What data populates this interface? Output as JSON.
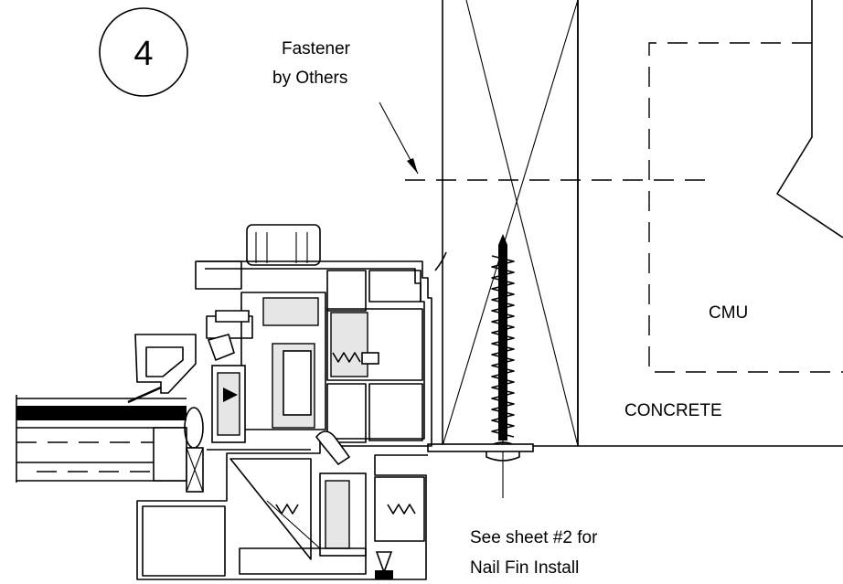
{
  "detail_number": "4",
  "labels": {
    "fastener_line1": "Fastener",
    "fastener_line2": "by Others",
    "cmu": "CMU",
    "concrete": "CONCRETE",
    "note_line1": "See sheet #2 for",
    "note_line2": "Nail Fin Install"
  }
}
